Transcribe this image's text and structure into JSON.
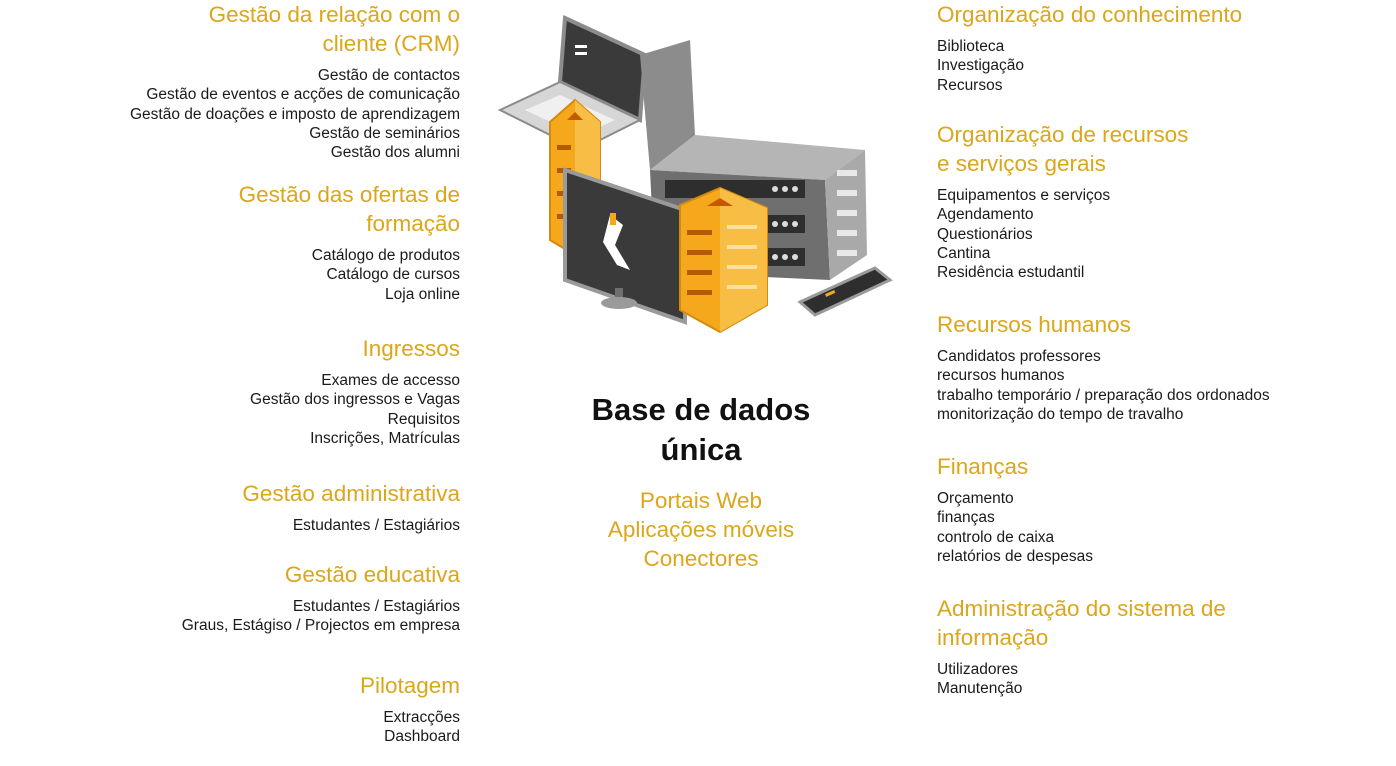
{
  "left_groups": [
    {
      "title_lines": [
        "Gestão da relação com o",
        "cliente (CRM)"
      ],
      "items": [
        "Gestão de contactos",
        "Gestão de eventos e acções de comunicação",
        "Gestão de doações e imposto de aprendizagem",
        "Gestão de seminários",
        "Gestão dos alumni"
      ]
    },
    {
      "title_lines": [
        "Gestão das ofertas de",
        "formação"
      ],
      "items": [
        "Catálogo de produtos",
        "Catálogo de cursos",
        "Loja online"
      ]
    },
    {
      "title_lines": [
        "Ingressos"
      ],
      "items": [
        "Exames de accesso",
        "Gestão dos ingressos e Vagas",
        "Requisitos",
        "Inscrições, Matrículas"
      ]
    },
    {
      "title_lines": [
        "Gestão administrativa"
      ],
      "items": [
        "Estudantes / Estagiários"
      ]
    },
    {
      "title_lines": [
        "Gestão educativa"
      ],
      "items": [
        "Estudantes / Estagiários",
        "Graus, Estágiso / Projectos em empresa"
      ]
    },
    {
      "title_lines": [
        "Pilotagem"
      ],
      "items": [
        "Extracções",
        "Dashboard"
      ]
    }
  ],
  "right_groups": [
    {
      "title_lines": [
        "Organização do conhecimento"
      ],
      "items": [
        "Biblioteca",
        "Investigação",
        "Recursos"
      ]
    },
    {
      "title_lines": [
        "Organização de recursos",
        "e serviços gerais"
      ],
      "items": [
        "Equipamentos e serviços",
        "Agendamento",
        "Questionários",
        "Cantina",
        "Residência estudantil"
      ]
    },
    {
      "title_lines": [
        "Recursos humanos"
      ],
      "items": [
        "Candidatos professores",
        "recursos humanos",
        "trabalho temporário / preparação dos ordonados",
        "monitorização do tempo de travalho"
      ]
    },
    {
      "title_lines": [
        "Finanças"
      ],
      "items": [
        "Orçamento",
        "finanças",
        "controlo de caixa",
        "relatórios de despesas"
      ]
    },
    {
      "title_lines": [
        "Administração do sistema de",
        "informação"
      ],
      "items": [
        "Utilizadores",
        "Manutenção"
      ]
    }
  ],
  "center": {
    "title_lines": [
      "Base de dados",
      "única"
    ],
    "links": [
      "Portais Web",
      "Aplicações móveis",
      "Conectores"
    ]
  },
  "colors": {
    "accent": "#dba619",
    "text": "#1a1a1a",
    "orange": "#f5a81c",
    "grey_dark": "#3a3a3a",
    "grey_mid": "#8c8c8c",
    "grey_light": "#c9c9c9"
  },
  "illustration": {
    "icon": "servers-devices-illustration"
  }
}
